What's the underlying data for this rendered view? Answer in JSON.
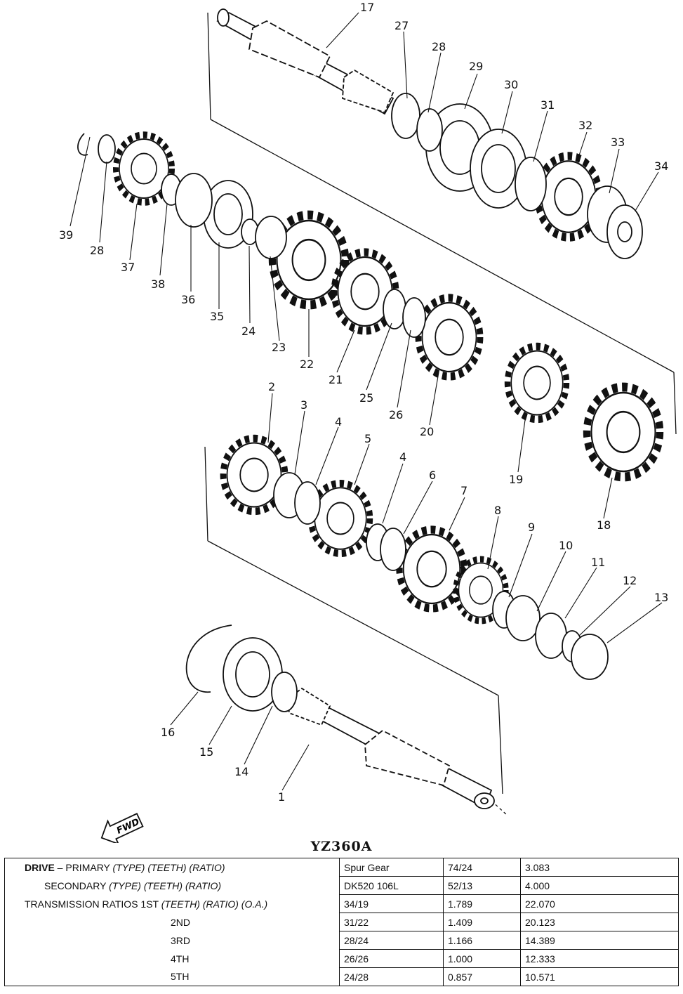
{
  "diagram": {
    "labels": [
      "17",
      "27",
      "28",
      "29",
      "30",
      "31",
      "32",
      "33",
      "34",
      "39",
      "28",
      "37",
      "38",
      "36",
      "35",
      "24",
      "23",
      "22",
      "21",
      "25",
      "26",
      "20",
      "2",
      "3",
      "4",
      "5",
      "4",
      "6",
      "7",
      "8",
      "9",
      "10",
      "11",
      "12",
      "13",
      "19",
      "18",
      "16",
      "15",
      "14",
      "1"
    ],
    "fwd_label": "FWD"
  },
  "model": "YZ360A",
  "table": {
    "rows": [
      {
        "label_bold": "DRIVE",
        "label": " – PRIMARY ",
        "label_italic": "(TYPE) (TEETH) (RATIO)",
        "c1": "Spur Gear",
        "c2": "74/24",
        "c3": "3.083"
      },
      {
        "label_bold": "",
        "label": "SECONDARY ",
        "label_italic": "(TYPE) (TEETH) (RATIO)",
        "c1": "DK520 106L",
        "c2": "52/13",
        "c3": "4.000"
      },
      {
        "label_bold": "",
        "label": "TRANSMISSION RATIOS 1ST ",
        "label_italic": "(TEETH) (RATIO) (O.A.)",
        "c1": "34/19",
        "c2": "1.789",
        "c3": "22.070"
      },
      {
        "label_bold": "",
        "label": "2ND",
        "label_italic": "",
        "c1": "31/22",
        "c2": "1.409",
        "c3": "20.123"
      },
      {
        "label_bold": "",
        "label": "3RD",
        "label_italic": "",
        "c1": "28/24",
        "c2": "1.166",
        "c3": "14.389"
      },
      {
        "label_bold": "",
        "label": "4TH",
        "label_italic": "",
        "c1": "26/26",
        "c2": "1.000",
        "c3": "12.333"
      },
      {
        "label_bold": "",
        "label": "5TH",
        "label_italic": "",
        "c1": "24/28",
        "c2": "0.857",
        "c3": "10.571"
      }
    ]
  }
}
